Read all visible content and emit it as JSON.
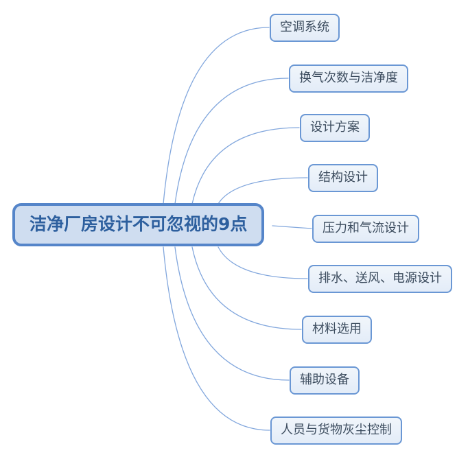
{
  "diagram": {
    "type": "mindmap",
    "central": {
      "label": "洁净厂房设计不可忽视的9点"
    },
    "topics": [
      {
        "label": "空调系统"
      },
      {
        "label": "换气次数与洁净度"
      },
      {
        "label": "设计方案"
      },
      {
        "label": "结构设计"
      },
      {
        "label": "压力和气流设计"
      },
      {
        "label": "排水、送风、电源设计"
      },
      {
        "label": "材料选用"
      },
      {
        "label": "辅助设备"
      },
      {
        "label": "人员与货物灰尘控制"
      }
    ],
    "colors": {
      "connector": "#82a7dd",
      "branch_border": "#6a97d4",
      "branch_fill": "#e9f0f9",
      "branch_text": "#3c4c5e",
      "central_border": "#5585c9",
      "central_fill": "#cfddf0",
      "central_text": "#2d5f9e",
      "background": "#ffffff"
    }
  }
}
